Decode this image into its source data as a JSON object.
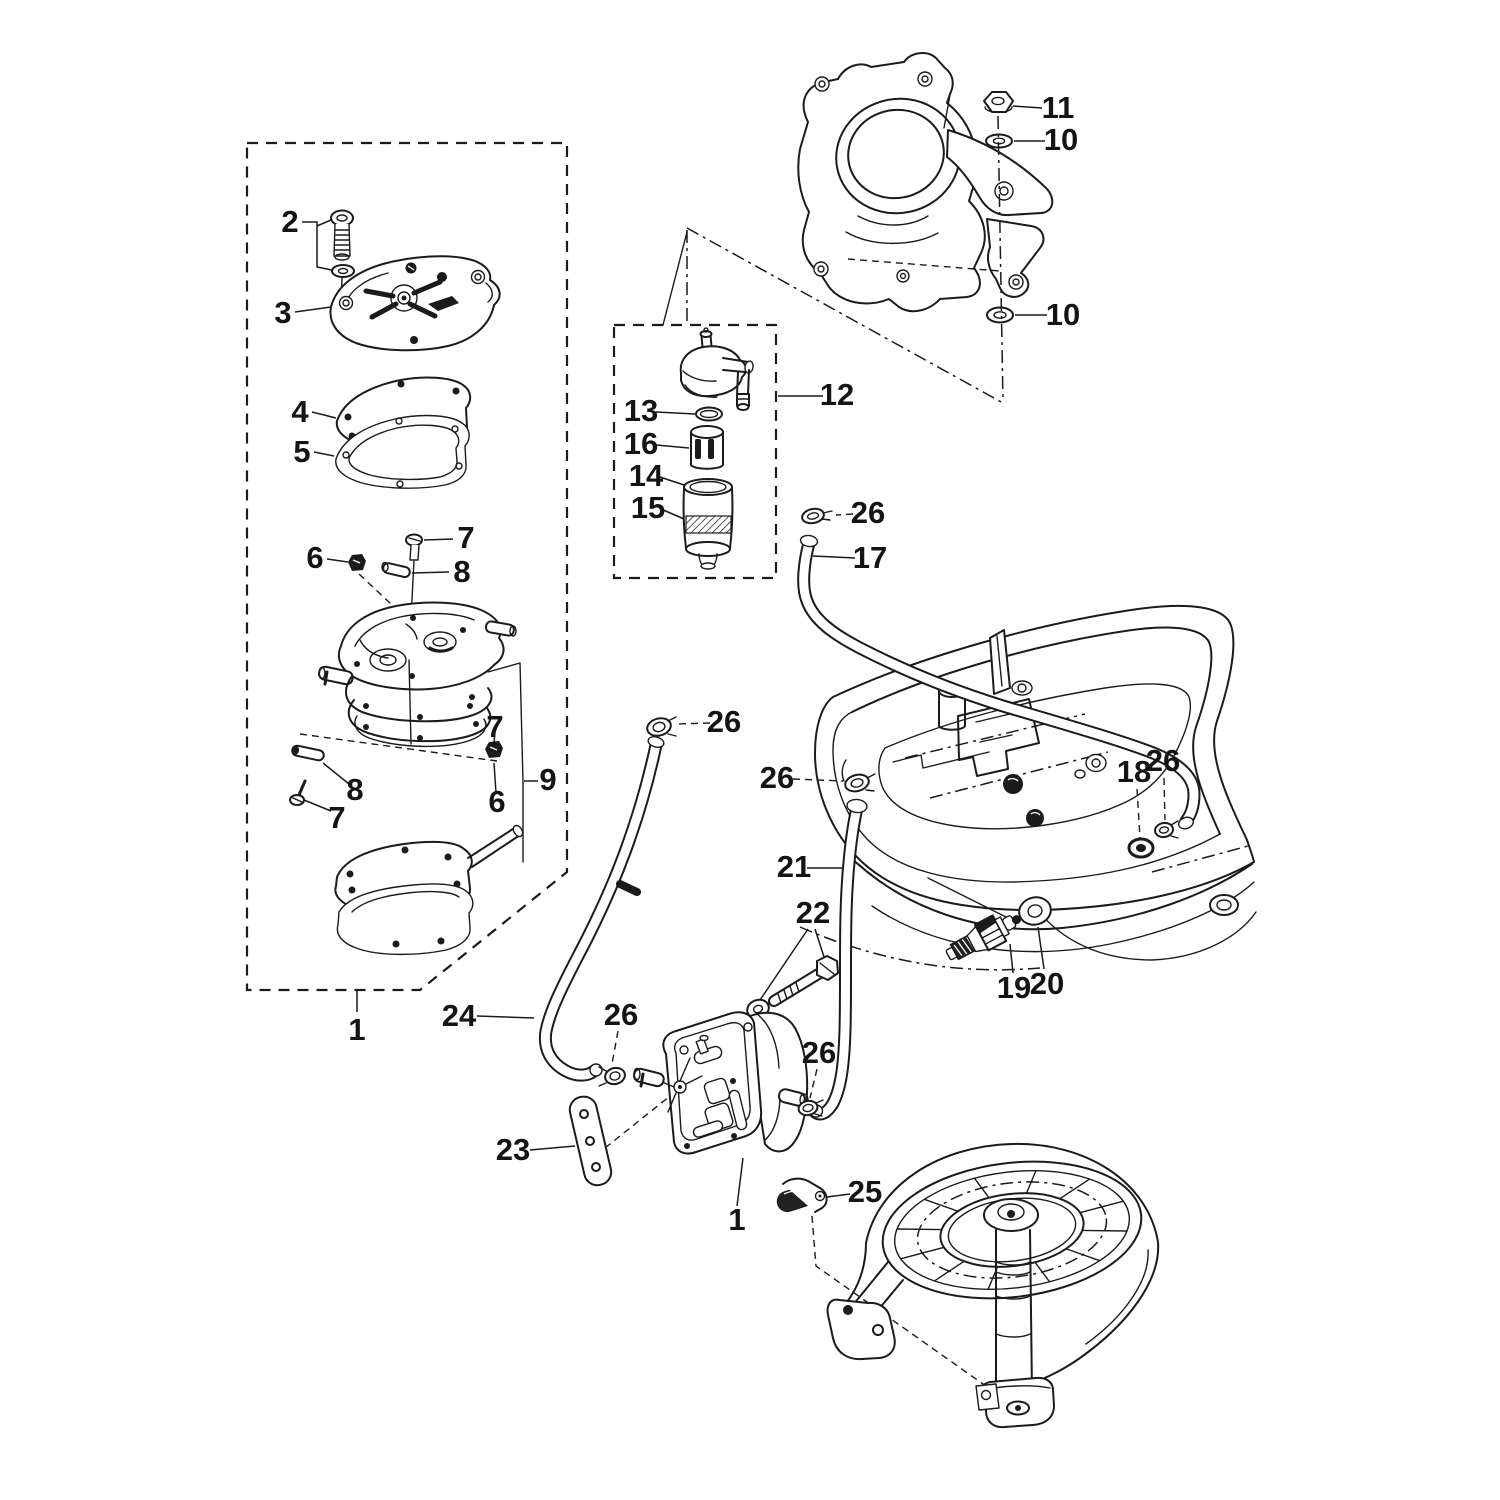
{
  "figure": {
    "background": "#ffffff",
    "ink": "#1b1b1b",
    "description": "Exploded-view parts line diagram: fuel pump, fuel filter, fuel hoses, clips and mounting hardware of an outboard engine, with numbered callouts"
  },
  "callouts": [
    {
      "label": "2"
    },
    {
      "label": "3"
    },
    {
      "label": "4"
    },
    {
      "label": "5"
    },
    {
      "label": "7"
    },
    {
      "label": "6"
    },
    {
      "label": "8"
    },
    {
      "label": "7"
    },
    {
      "label": "6"
    },
    {
      "label": "8"
    },
    {
      "label": "7"
    },
    {
      "label": "9"
    },
    {
      "label": "1"
    },
    {
      "label": "24"
    },
    {
      "label": "26"
    },
    {
      "label": "26"
    },
    {
      "label": "21"
    },
    {
      "label": "22"
    },
    {
      "label": "26"
    },
    {
      "label": "26"
    },
    {
      "label": "23"
    },
    {
      "label": "1"
    },
    {
      "label": "25"
    },
    {
      "label": "12"
    },
    {
      "label": "13"
    },
    {
      "label": "16"
    },
    {
      "label": "14"
    },
    {
      "label": "15"
    },
    {
      "label": "26"
    },
    {
      "label": "17"
    },
    {
      "label": "11"
    },
    {
      "label": "10"
    },
    {
      "label": "10"
    },
    {
      "label": "18"
    },
    {
      "label": "26"
    },
    {
      "label": "19"
    },
    {
      "label": "20"
    }
  ]
}
